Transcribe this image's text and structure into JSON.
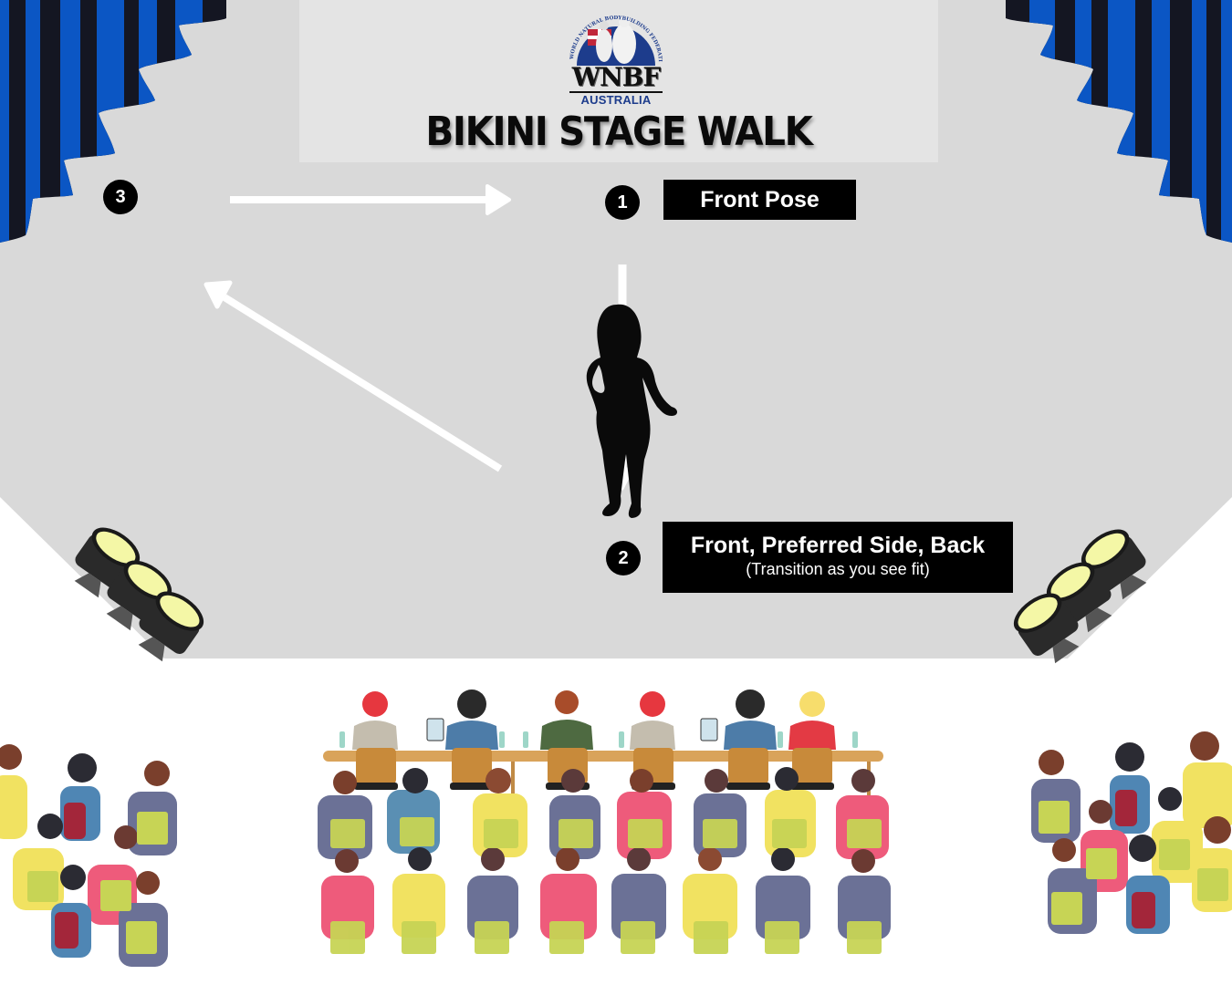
{
  "header": {
    "logo": {
      "federation_text": "WORLD NATURAL BODYBUILDING FEDERATION",
      "acronym": "WNBF",
      "trademark": "™",
      "country": "AUSTRALIA"
    },
    "title": "BIKINI STAGE WALK"
  },
  "steps": [
    {
      "number": "1",
      "label": "Front Pose",
      "sublabel": ""
    },
    {
      "number": "2",
      "label": "Front, Preferred Side, Back",
      "sublabel": "(Transition as you see fit)"
    },
    {
      "number": "3",
      "label": "",
      "sublabel": ""
    }
  ],
  "icons": {
    "curtain_left": "curtain-icon",
    "curtain_right": "curtain-icon",
    "spotlights_left": "spotlight-icon",
    "spotlights_right": "spotlight-icon",
    "competitor": "bikini-competitor-silhouette-icon",
    "arrows": [
      "arrow-right-icon",
      "arrow-down-icon",
      "arrow-up-left-icon"
    ],
    "judges": "judges-panel-icon",
    "audience": "audience-icon"
  },
  "colors": {
    "stage_floor": "#d9d9d9",
    "header_panel": "#e4e4e4",
    "curtain_blue": "#0b56c4",
    "curtain_dark": "#141622",
    "label_bg": "#000000",
    "label_text": "#ffffff",
    "arrow": "#ffffff",
    "spotlight_lens": "#f4f7a6",
    "chair_seat": "#c7d455",
    "judge_table": "#d9a35a"
  }
}
